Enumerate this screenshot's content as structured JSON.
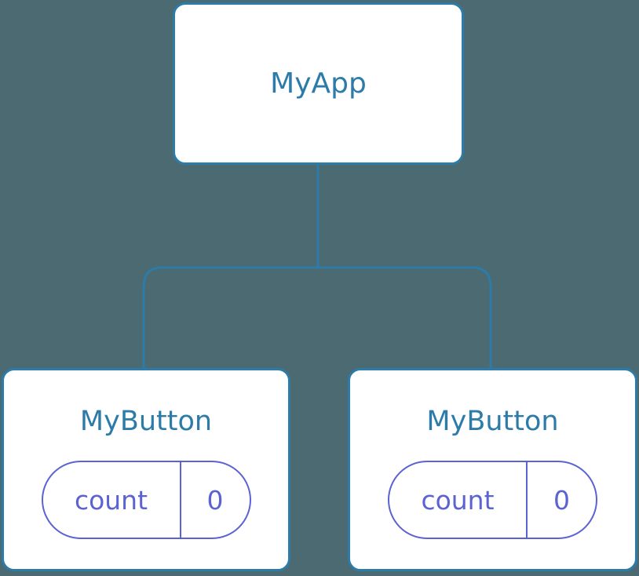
{
  "diagram": {
    "type": "component-tree",
    "background_color": "#4b6a72",
    "node_border_color": "#2c7ba8",
    "node_fill_color": "#ffffff",
    "node_title_color": "#2c7ba8",
    "state_pill_color": "#5b63d3",
    "connector_color": "#2c7ba8",
    "root": {
      "title": "MyApp"
    },
    "children": [
      {
        "title": "MyButton",
        "state": {
          "key": "count",
          "value": "0"
        }
      },
      {
        "title": "MyButton",
        "state": {
          "key": "count",
          "value": "0"
        }
      }
    ]
  }
}
